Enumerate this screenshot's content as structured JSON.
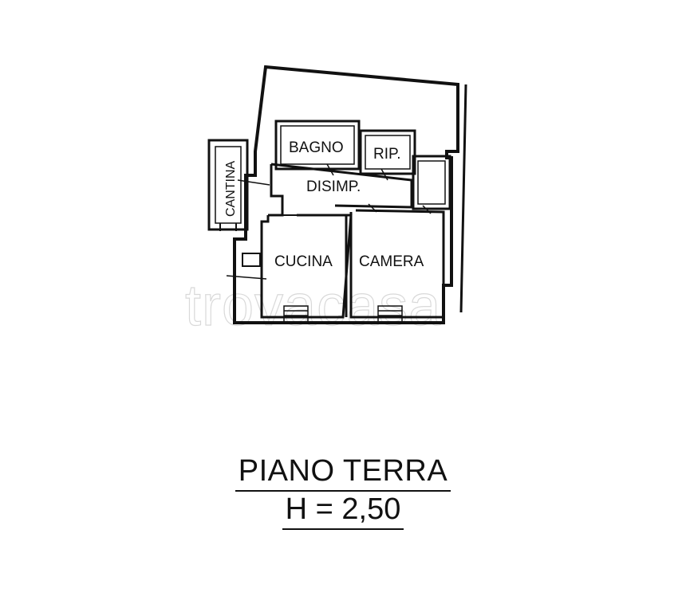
{
  "rooms": {
    "bagno": "BAGNO",
    "rip": "RIP.",
    "disimp": "DISIMP.",
    "cantina": "CANTINA",
    "cucina": "CUCINA",
    "camera": "CAMERA"
  },
  "watermark": "trovacasa",
  "footer": {
    "floor": "PIANO TERRA",
    "height": "H = 2,50"
  }
}
